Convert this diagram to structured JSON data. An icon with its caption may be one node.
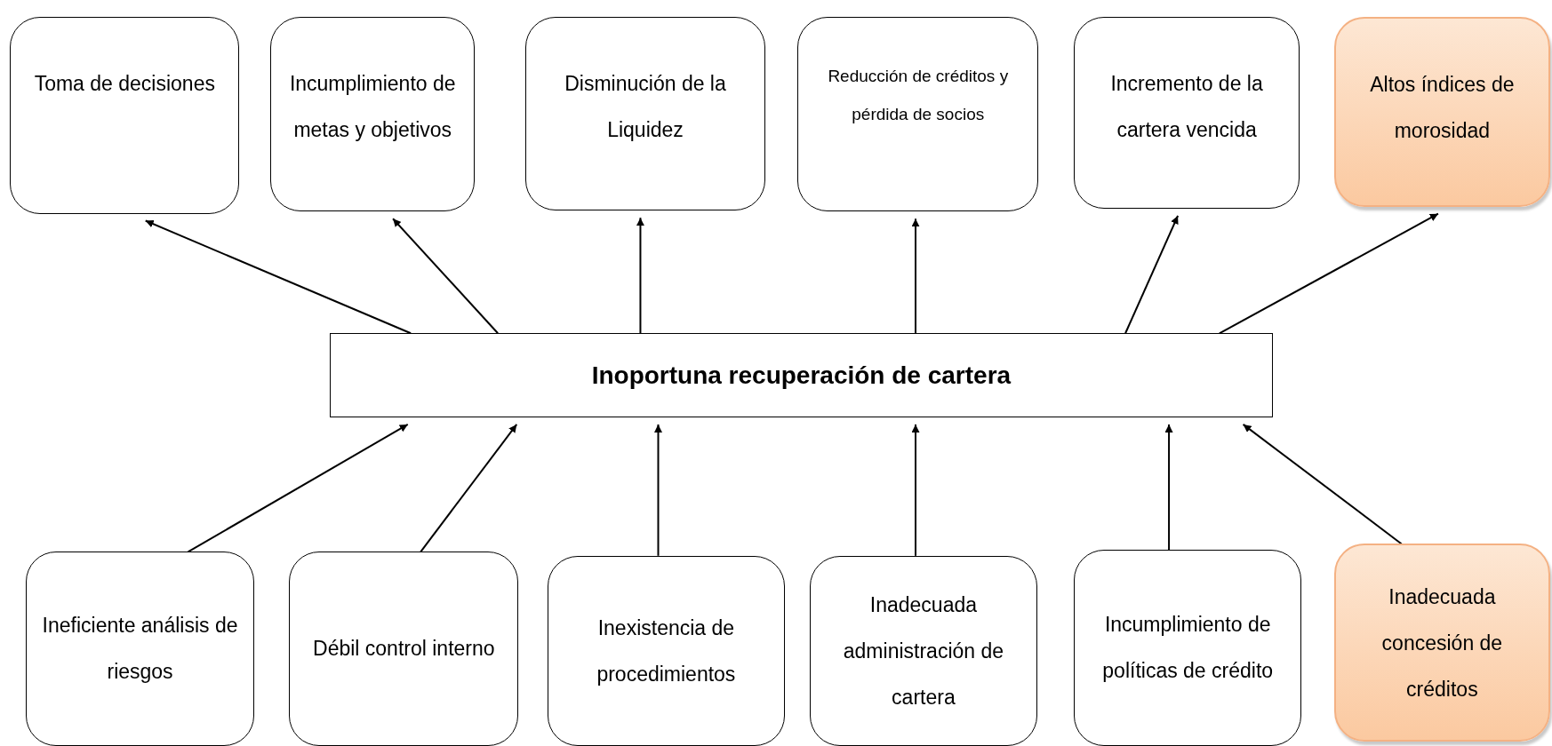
{
  "diagram": {
    "nodes": [
      {
        "text": [
          "Toma de decisiones"
        ]
      },
      {
        "text": [
          "Incumplimiento de metas y objetivos"
        ]
      },
      {
        "text": [
          "Disminución de la Liquidez"
        ]
      },
      {
        "text": [
          "Reducción de créditos y pérdida de socios"
        ]
      },
      {
        "text": [
          "Incremento de la cartera vencida"
        ]
      },
      {
        "text": [
          "Altos índices de morosidad"
        ]
      },
      {
        "text": [
          "Inoportuna recuperación de cartera"
        ]
      },
      {
        "text": [
          "Ineficiente análisis de riesgos"
        ]
      },
      {
        "text": [
          "Débil control interno"
        ]
      },
      {
        "text": [
          "Inexistencia de procedimientos"
        ]
      },
      {
        "text": [
          "Inadecuada administración de cartera"
        ]
      },
      {
        "text": [
          "Incumplimiento de políticas de crédito"
        ]
      },
      {
        "text": [
          "Inadecuada concesión de créditos"
        ]
      }
    ],
    "edges": [
      {
        "from": 6,
        "to": 0,
        "arrow": "to"
      },
      {
        "from": 6,
        "to": 1,
        "arrow": "to"
      },
      {
        "from": 6,
        "to": 2,
        "arrow": "to"
      },
      {
        "from": 6,
        "to": 3,
        "arrow": "to"
      },
      {
        "from": 6,
        "to": 4,
        "arrow": "to"
      },
      {
        "from": 6,
        "to": 5,
        "arrow": "to"
      },
      {
        "from": 7,
        "to": 6,
        "arrow": "to"
      },
      {
        "from": 8,
        "to": 6,
        "arrow": "to"
      },
      {
        "from": 9,
        "to": 6,
        "arrow": "to"
      },
      {
        "from": 10,
        "to": 6,
        "arrow": "to"
      },
      {
        "from": 11,
        "to": 6,
        "arrow": "to"
      },
      {
        "from": 12,
        "to": 6,
        "arrow": "to"
      }
    ]
  }
}
